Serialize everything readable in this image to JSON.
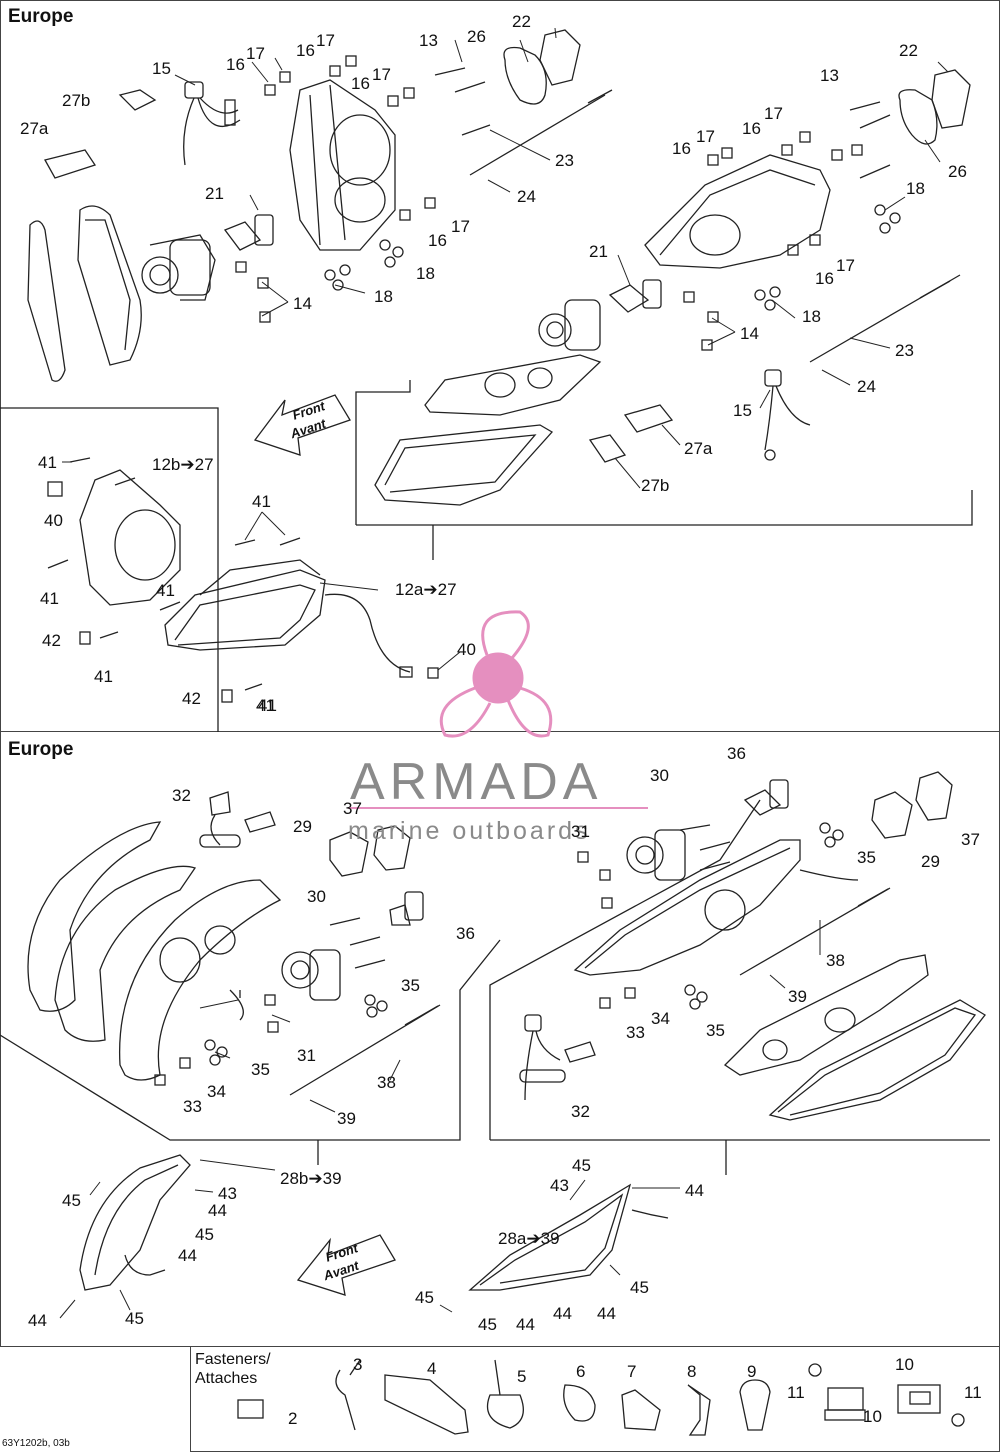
{
  "panel_top": {
    "title": "Europe"
  },
  "panel_bottom": {
    "title": "Europe"
  },
  "front_arrow_top": {
    "line1": "Front",
    "line2": "Avant"
  },
  "front_arrow_bottom": {
    "line1": "Front",
    "line2": "Avant"
  },
  "watermark": {
    "brand": "ARMADA",
    "tagline": "marine outboards",
    "accent_color": "#e58fbf"
  },
  "fasteners": {
    "title_line1": "Fasteners/",
    "title_line2": "Attaches"
  },
  "footer": {
    "code": "63Y1202b, 03b"
  },
  "callouts": [
    {
      "label": "15"
    },
    {
      "label": "16"
    },
    {
      "label": "17"
    },
    {
      "label": "16"
    },
    {
      "label": "17"
    },
    {
      "label": "16"
    },
    {
      "label": "17"
    },
    {
      "label": "13"
    },
    {
      "label": "26"
    },
    {
      "label": "22"
    },
    {
      "label": "27b"
    },
    {
      "label": "27a"
    },
    {
      "label": "21"
    },
    {
      "label": "16"
    },
    {
      "label": "17"
    },
    {
      "label": "18"
    },
    {
      "label": "18"
    },
    {
      "label": "14"
    },
    {
      "label": "23"
    },
    {
      "label": "24"
    },
    {
      "label": "22"
    },
    {
      "label": "13"
    },
    {
      "label": "17"
    },
    {
      "label": "16"
    },
    {
      "label": "17"
    },
    {
      "label": "16"
    },
    {
      "label": "26"
    },
    {
      "label": "18"
    },
    {
      "label": "21"
    },
    {
      "label": "16"
    },
    {
      "label": "17"
    },
    {
      "label": "18"
    },
    {
      "label": "14"
    },
    {
      "label": "23"
    },
    {
      "label": "24"
    },
    {
      "label": "15"
    },
    {
      "label": "27a"
    },
    {
      "label": "27b"
    },
    {
      "label": "41"
    },
    {
      "label": "12b➔27"
    },
    {
      "label": "40"
    },
    {
      "label": "41"
    },
    {
      "label": "41"
    },
    {
      "label": "41"
    },
    {
      "label": "12a➔27"
    },
    {
      "label": "42"
    },
    {
      "label": "41"
    },
    {
      "label": "41"
    },
    {
      "label": "40"
    },
    {
      "label": "42"
    },
    {
      "label": "41"
    },
    {
      "label": "32"
    },
    {
      "label": "37"
    },
    {
      "label": "29"
    },
    {
      "label": "30"
    },
    {
      "label": "36"
    },
    {
      "label": "35"
    },
    {
      "label": "31"
    },
    {
      "label": "34"
    },
    {
      "label": "35"
    },
    {
      "label": "33"
    },
    {
      "label": "38"
    },
    {
      "label": "39"
    },
    {
      "label": "36"
    },
    {
      "label": "30"
    },
    {
      "label": "31"
    },
    {
      "label": "37"
    },
    {
      "label": "35"
    },
    {
      "label": "29"
    },
    {
      "label": "38"
    },
    {
      "label": "39"
    },
    {
      "label": "33"
    },
    {
      "label": "34"
    },
    {
      "label": "35"
    },
    {
      "label": "32"
    },
    {
      "label": "28b➔39"
    },
    {
      "label": "45"
    },
    {
      "label": "43"
    },
    {
      "label": "44"
    },
    {
      "label": "45"
    },
    {
      "label": "44"
    },
    {
      "label": "44"
    },
    {
      "label": "45"
    },
    {
      "label": "43"
    },
    {
      "label": "44"
    },
    {
      "label": "28a➔39"
    },
    {
      "label": "45"
    },
    {
      "label": "45"
    },
    {
      "label": "45"
    },
    {
      "label": "44"
    },
    {
      "label": "45"
    },
    {
      "label": "44"
    },
    {
      "label": "44"
    },
    {
      "label": "2"
    },
    {
      "label": "3"
    },
    {
      "label": "4"
    },
    {
      "label": "5"
    },
    {
      "label": "6"
    },
    {
      "label": "7"
    },
    {
      "label": "8"
    },
    {
      "label": "9"
    },
    {
      "label": "11"
    },
    {
      "label": "10"
    },
    {
      "label": "10"
    },
    {
      "label": "11"
    }
  ]
}
